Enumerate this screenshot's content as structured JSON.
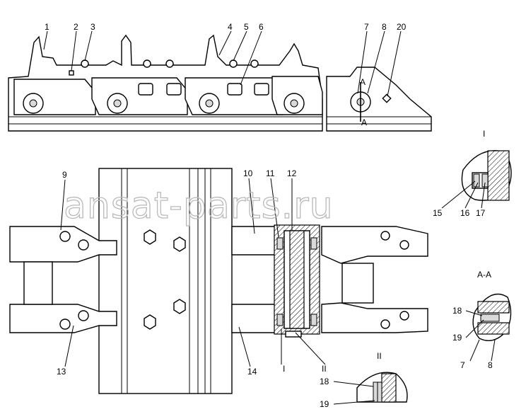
{
  "watermark": "ansat-parts.ru",
  "callouts": [
    {
      "id": "c1",
      "text": "1"
    },
    {
      "id": "c2",
      "text": "2"
    },
    {
      "id": "c3",
      "text": "3"
    },
    {
      "id": "c4",
      "text": "4"
    },
    {
      "id": "c5",
      "text": "5"
    },
    {
      "id": "c6",
      "text": "6"
    },
    {
      "id": "c7t",
      "text": "7"
    },
    {
      "id": "c8t",
      "text": "8"
    },
    {
      "id": "c20",
      "text": "20"
    },
    {
      "id": "c9",
      "text": "9"
    },
    {
      "id": "c10",
      "text": "10"
    },
    {
      "id": "c11",
      "text": "11"
    },
    {
      "id": "c12",
      "text": "12"
    },
    {
      "id": "c13",
      "text": "13"
    },
    {
      "id": "c14",
      "text": "14"
    },
    {
      "id": "c15",
      "text": "15"
    },
    {
      "id": "c16",
      "text": "16"
    },
    {
      "id": "c17",
      "text": "17"
    },
    {
      "id": "c18a",
      "text": "18"
    },
    {
      "id": "c19a",
      "text": "19"
    },
    {
      "id": "c7a",
      "text": "7"
    },
    {
      "id": "c8a",
      "text": "8"
    },
    {
      "id": "c18b",
      "text": "18"
    },
    {
      "id": "c19b",
      "text": "19"
    }
  ],
  "sections": {
    "detail_1": "I",
    "detail_2": "II",
    "section_aa": "A-A",
    "cut_a_top": "A",
    "cut_a_bottom": "A",
    "marker_1": "I",
    "marker_2": "II"
  }
}
